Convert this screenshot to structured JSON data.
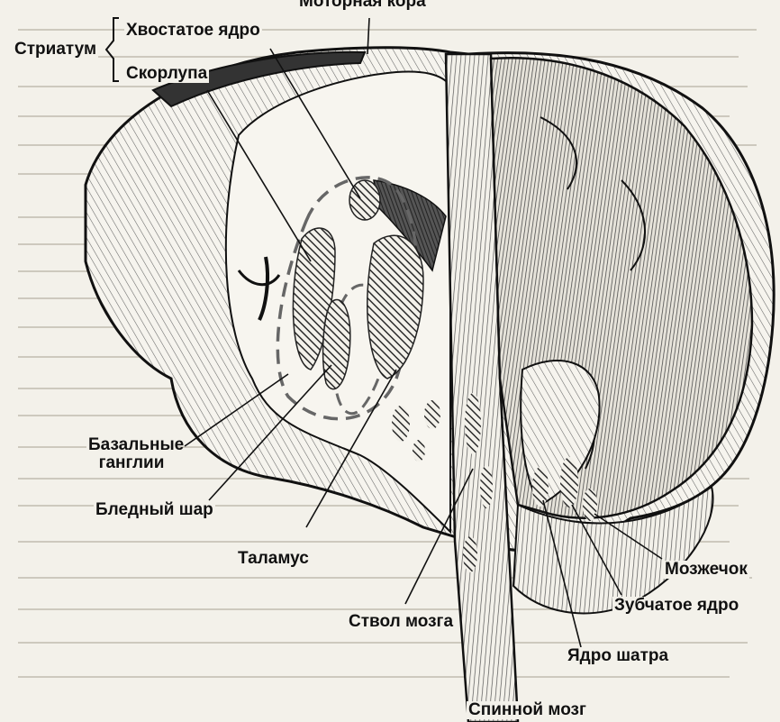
{
  "labels": {
    "motor_cortex": "Моторная кора",
    "striatum": "Стриатум",
    "caudate_nucleus": "Хвостатое ядро",
    "putamen": "Скорлупа",
    "basal_ganglia": "Базальные ганглии",
    "globus_pallidus": "Бледный шар",
    "thalamus": "Таламус",
    "brainstem": "Ствол мозга",
    "spinal_cord": "Спинной мозг",
    "cerebellum": "Мозжечок",
    "dentate_nucleus": "Зубчатое ядро",
    "fastigial_nucleus": "Ядро шатра"
  },
  "colors": {
    "ink": "#111111",
    "paper": "#f3f1ea",
    "hatch": "#2a2a2a"
  }
}
